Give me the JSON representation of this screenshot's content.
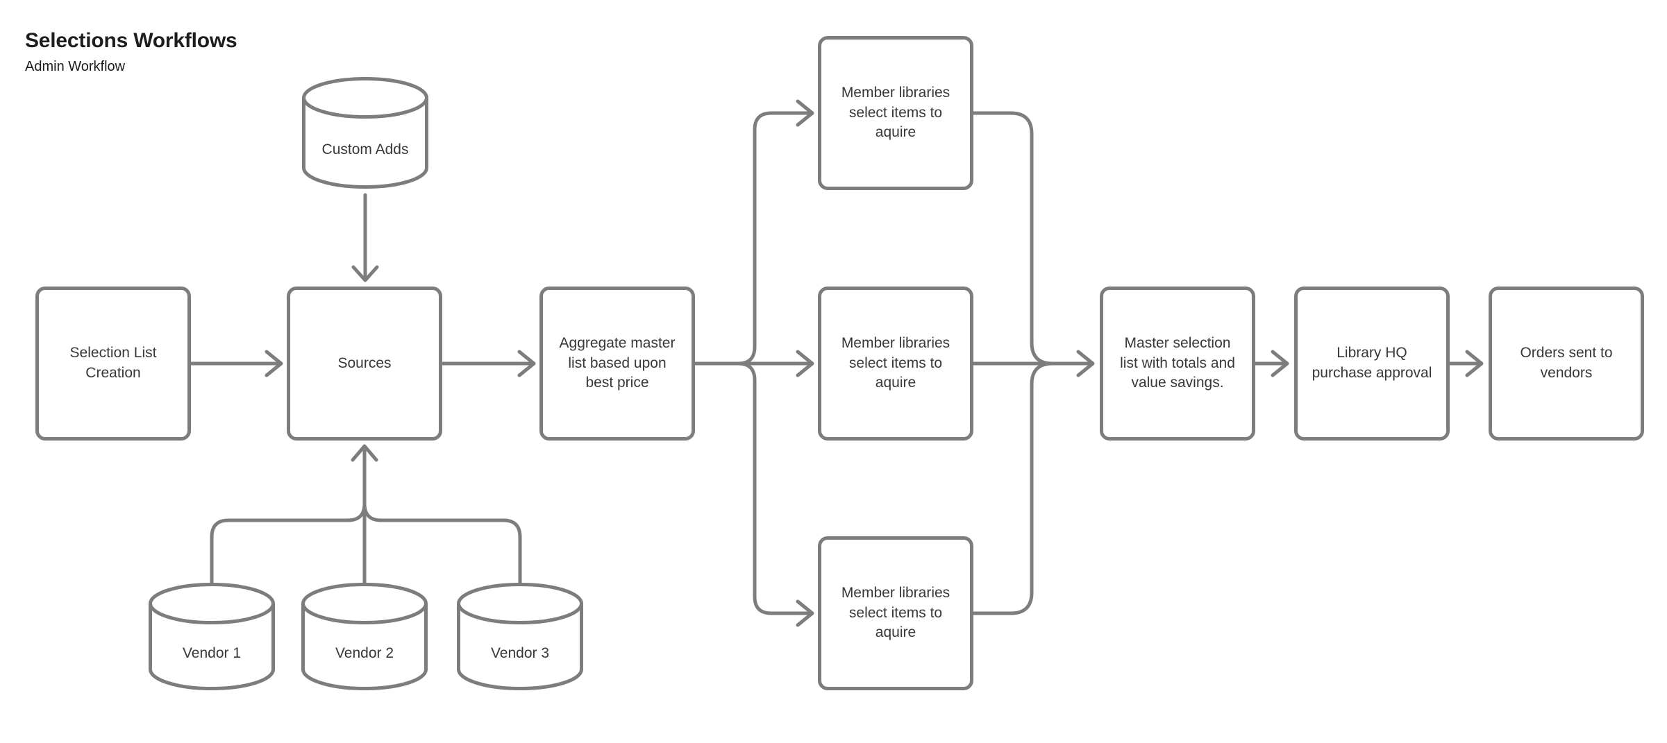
{
  "header": {
    "title": "Selections Workflows",
    "subtitle": "Admin Workflow"
  },
  "colors": {
    "canvas-bg": "#ffffff",
    "line": "#7d7d7d",
    "node-text": "#383838",
    "title-text": "#1d1d1d"
  },
  "diagram": {
    "type": "flowchart",
    "nodes": [
      {
        "id": "custom-adds",
        "shape": "cylinder",
        "label": "Custom Adds"
      },
      {
        "id": "selection-list-creation",
        "shape": "rounded-rect",
        "label": "Selection List Creation"
      },
      {
        "id": "sources",
        "shape": "rounded-rect",
        "label": "Sources"
      },
      {
        "id": "aggregate-master-list",
        "shape": "rounded-rect",
        "label": "Aggregate master list based upon best price"
      },
      {
        "id": "member-libraries-top",
        "shape": "rounded-rect",
        "label": "Member libraries select items to aquire"
      },
      {
        "id": "member-libraries-middle",
        "shape": "rounded-rect",
        "label": "Member libraries select items to aquire"
      },
      {
        "id": "member-libraries-bottom",
        "shape": "rounded-rect",
        "label": "Member libraries select items to aquire"
      },
      {
        "id": "master-selection-list",
        "shape": "rounded-rect",
        "label": "Master selection list with totals and value savings."
      },
      {
        "id": "library-hq-purchase-approval",
        "shape": "rounded-rect",
        "label": "Library HQ purchase approval"
      },
      {
        "id": "orders-sent-to-vendors",
        "shape": "rounded-rect",
        "label": "Orders sent to vendors"
      },
      {
        "id": "vendor-1",
        "shape": "cylinder",
        "label": "Vendor 1"
      },
      {
        "id": "vendor-2",
        "shape": "cylinder",
        "label": "Vendor 2"
      },
      {
        "id": "vendor-3",
        "shape": "cylinder",
        "label": "Vendor 3"
      }
    ],
    "edges": [
      {
        "from": "custom-adds",
        "to": "sources"
      },
      {
        "from": "selection-list-creation",
        "to": "sources"
      },
      {
        "from": "vendor-1",
        "to": "sources"
      },
      {
        "from": "vendor-2",
        "to": "sources"
      },
      {
        "from": "vendor-3",
        "to": "sources"
      },
      {
        "from": "sources",
        "to": "aggregate-master-list"
      },
      {
        "from": "aggregate-master-list",
        "to": "member-libraries-top"
      },
      {
        "from": "aggregate-master-list",
        "to": "member-libraries-middle"
      },
      {
        "from": "aggregate-master-list",
        "to": "member-libraries-bottom"
      },
      {
        "from": "member-libraries-top",
        "to": "master-selection-list"
      },
      {
        "from": "member-libraries-middle",
        "to": "master-selection-list"
      },
      {
        "from": "member-libraries-bottom",
        "to": "master-selection-list"
      },
      {
        "from": "master-selection-list",
        "to": "library-hq-purchase-approval"
      },
      {
        "from": "library-hq-purchase-approval",
        "to": "orders-sent-to-vendors"
      }
    ]
  }
}
